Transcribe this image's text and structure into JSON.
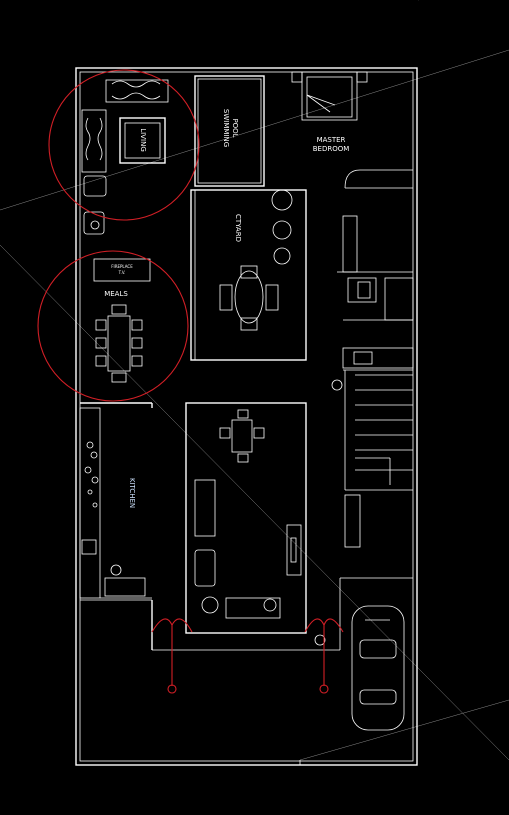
{
  "rooms": {
    "living": "LIVING",
    "swimming_pool": "SWIMMING\nPOOL",
    "master_bedroom_1": "MASTER",
    "master_bedroom_2": "BEDROOM",
    "ctyard": "CTYARD",
    "meals": "MEALS",
    "kitchen": "KITCHEN",
    "fireplace_1": "FIREPLACE",
    "fireplace_2": "T.V."
  },
  "colors": {
    "background": "#000000",
    "lines": "#ffffff",
    "guides": "#8a8a8a",
    "markup": "#d21f26",
    "label_blue": "#cfe3ff"
  }
}
